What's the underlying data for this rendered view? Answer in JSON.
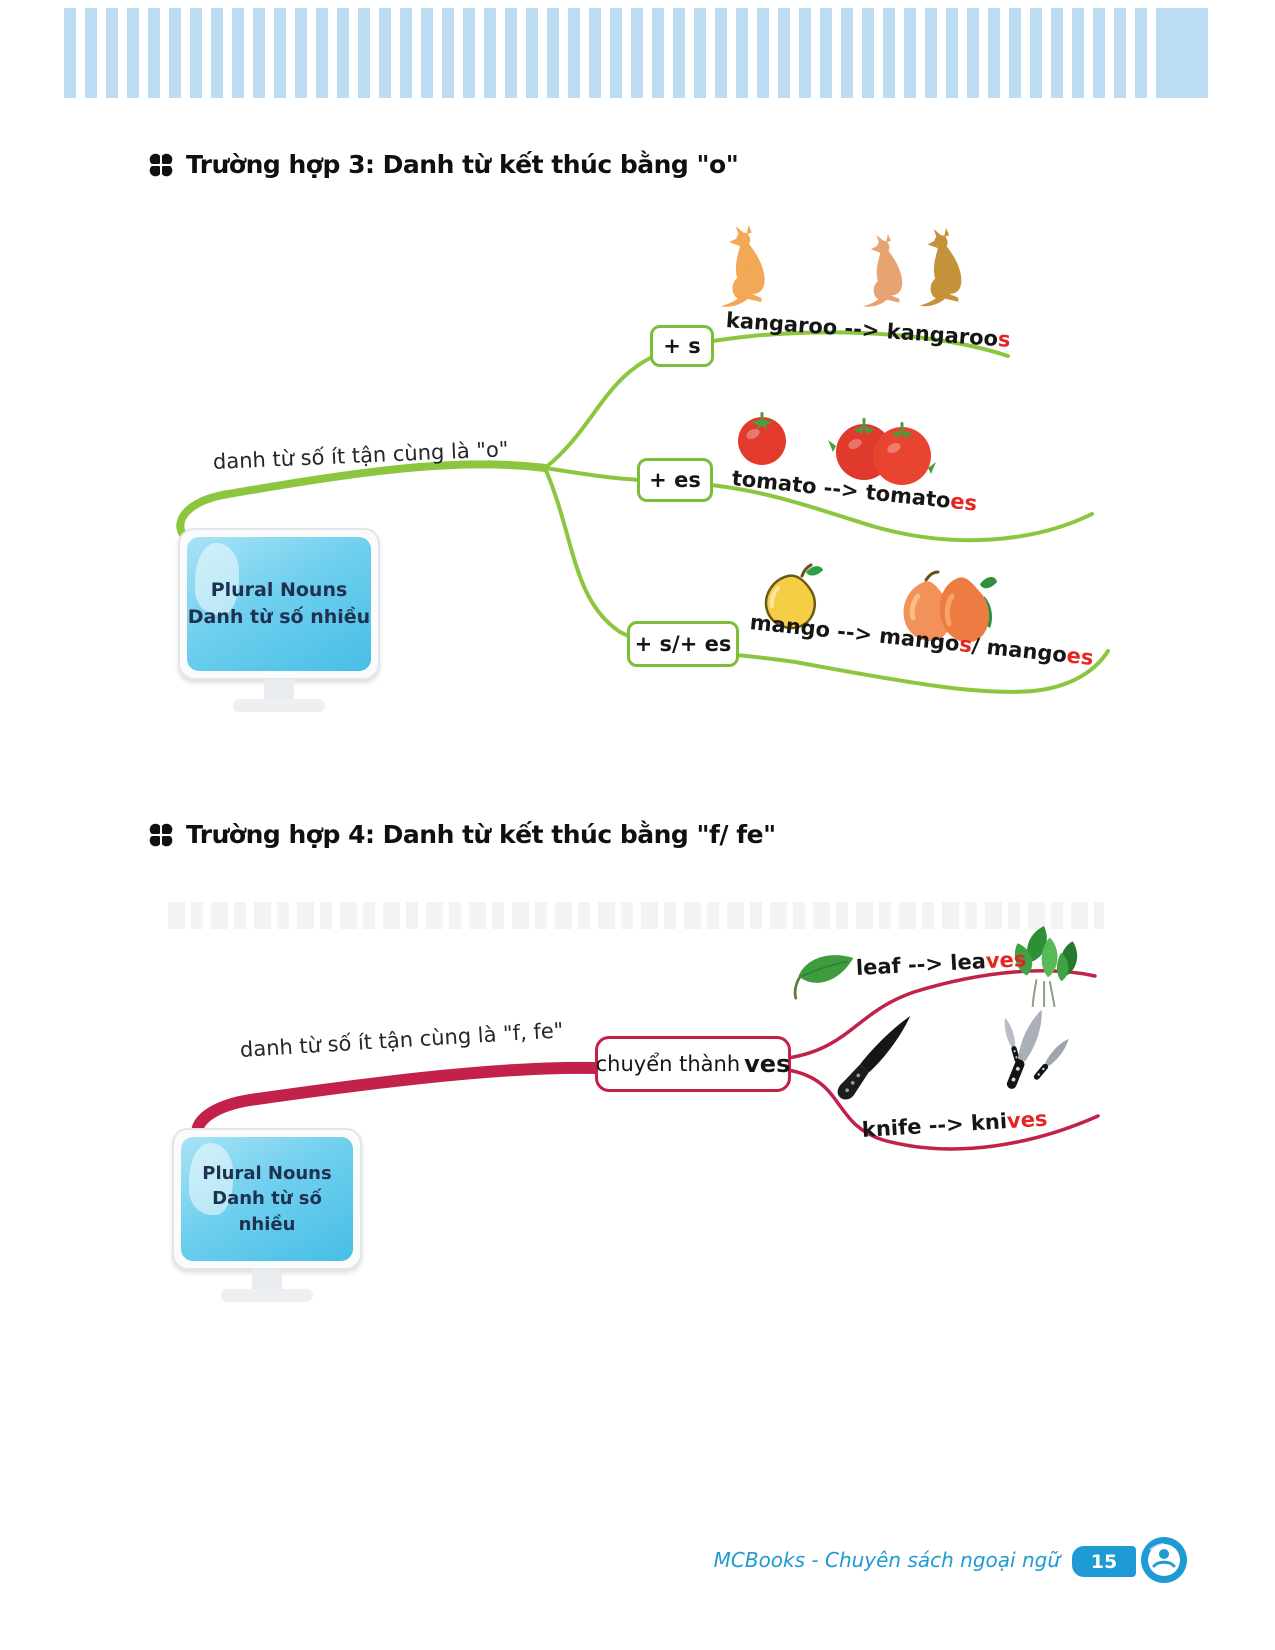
{
  "headings": {
    "case3": "Trường hợp 3: Danh từ kết thúc bằng \"o\"",
    "case4": "Trường hợp 4: Danh từ kết thúc bằng \"f/ fe\""
  },
  "map1": {
    "root": {
      "line1": "Plural Nouns",
      "line2": "Danh từ số nhiều"
    },
    "branch_label": "danh từ số ít tận cùng là \"o\"",
    "rules": [
      {
        "label": "+ s",
        "example": {
          "p1": "kangaroo --> kangaroo",
          "r1": "s"
        }
      },
      {
        "label": "+ es",
        "example": {
          "p1": "tomato --> tomato",
          "r1": "es"
        }
      },
      {
        "label": "+ s/+ es",
        "example": {
          "p1": "mango --> mango",
          "r1": "s",
          "p2": "/ mango",
          "r2": "es"
        }
      }
    ]
  },
  "map2": {
    "root": {
      "line1": "Plural Nouns",
      "line2": "Danh từ số nhiều"
    },
    "branch_label": "danh từ số ít tận cùng là \"f, fe\"",
    "rule_box": {
      "prefix": "chuyển thành",
      "bold": "ves"
    },
    "examples": [
      {
        "p1": "leaf --> lea",
        "r1": "ves"
      },
      {
        "p1": "knife --> kni",
        "r1": "ves"
      }
    ]
  },
  "footer": {
    "brand": "MCBooks - Chuyên sách ngoại ngữ",
    "page_number": "15"
  },
  "icons": {
    "heading_bullet": "clover-icon",
    "map1_images": [
      "kangaroo",
      "kangaroos",
      "tomato",
      "tomatoes",
      "mango",
      "mangoes"
    ],
    "map2_images": [
      "leaf",
      "leaves",
      "knife",
      "knives"
    ],
    "footer_logo": "mcbooks-logo"
  },
  "colors": {
    "branch_green": "#8CC63E",
    "branch_crimson": "#C2224A",
    "suffix_red": "#E62520",
    "footer_blue": "#1E9BD4",
    "stripe_blue": "#BBDCF2",
    "screen_blue": "#6FCFEE"
  }
}
